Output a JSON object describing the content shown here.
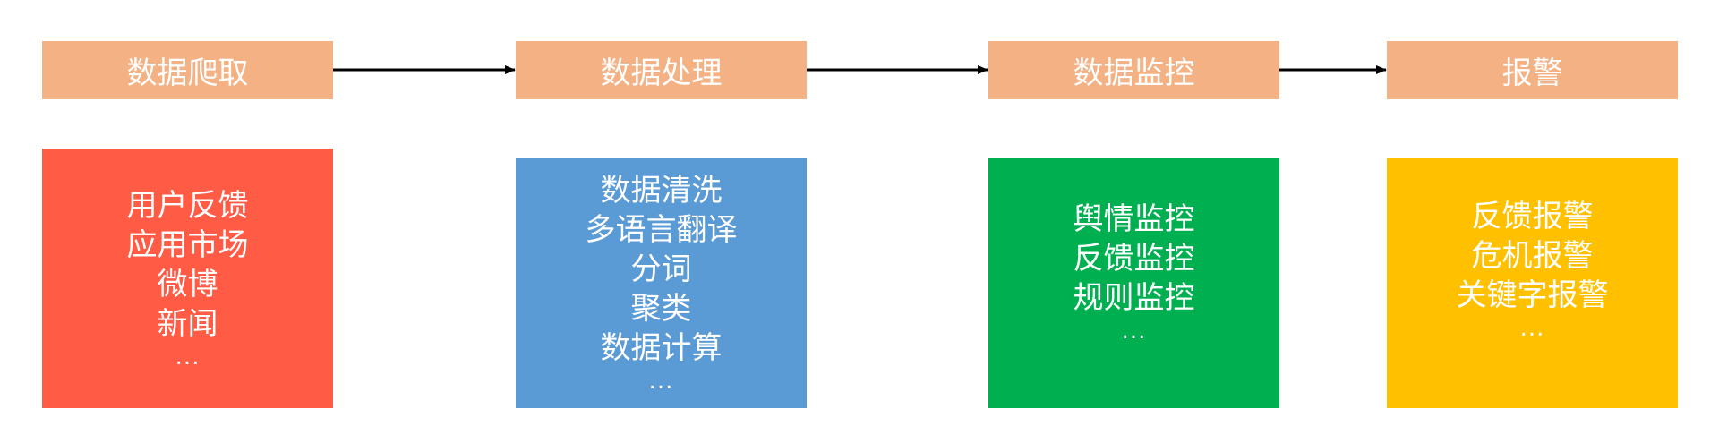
{
  "colors": {
    "header": "#F4B183",
    "crawl": "#FF5B45",
    "process": "#5B9BD5",
    "monitor": "#00B050",
    "alert": "#FFC000",
    "arrow": "#000000"
  },
  "stages": [
    {
      "title": "数据爬取",
      "items": [
        "用户反馈",
        "应用市场",
        "微博",
        "新闻"
      ],
      "more": "..."
    },
    {
      "title": "数据处理",
      "items": [
        "数据清洗",
        "多语言翻译",
        "分词",
        "聚类",
        "数据计算"
      ],
      "more": "..."
    },
    {
      "title": "数据监控",
      "items": [
        "舆情监控",
        "反馈监控",
        "规则监控"
      ],
      "more": "..."
    },
    {
      "title": "报警",
      "items": [
        "反馈报警",
        "危机报警",
        "关键字报警"
      ],
      "more": "..."
    }
  ]
}
